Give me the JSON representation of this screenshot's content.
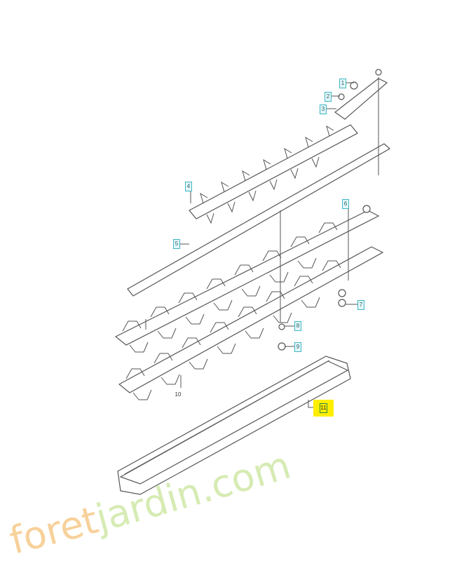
{
  "diagram": {
    "callouts": [
      "1",
      "2",
      "3",
      "4",
      "5",
      "6",
      "7",
      "8",
      "9",
      "10",
      "11"
    ],
    "highlighted_callout": "11",
    "callout_color": "#3fb6c4",
    "highlight_color": "#ffee00"
  },
  "watermark": {
    "text_part1": "foret",
    "text_part2": "jardin.com",
    "color_orange": "#f6c98a",
    "color_green": "#cfe8a6"
  }
}
